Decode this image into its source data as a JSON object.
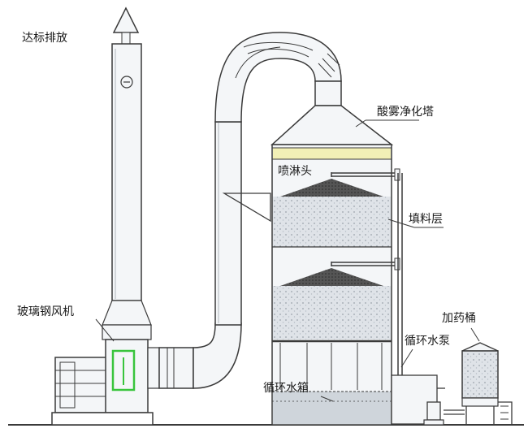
{
  "labels": {
    "exhaust": "达标排放",
    "tower": "酸雾净化塔",
    "spray_head": "喷淋头",
    "packing_layer": "填料层",
    "fan": "玻璃钢风机",
    "dosing_tank": "加药桶",
    "pump": "循环水泵",
    "water_tank": "循环水箱"
  },
  "colors": {
    "line": "#3a3a3a",
    "duct_fill": "#f4f6f8",
    "demister": "#f2f0b6",
    "packing": "#dfe3e8",
    "spray_cone": "#555555",
    "fan_highlight": "#39c43c",
    "water": "#cfd5db"
  }
}
